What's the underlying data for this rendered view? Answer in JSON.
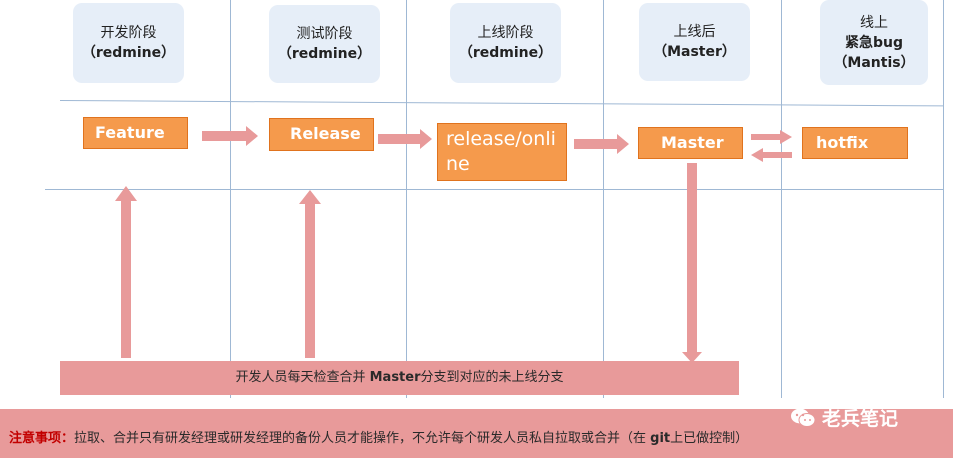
{
  "stages": [
    {
      "line1": "开发阶段",
      "line2": "（redmine）"
    },
    {
      "line1": "测试阶段",
      "line2": "（redmine）"
    },
    {
      "line1": "上线阶段",
      "line2": "（redmine）"
    },
    {
      "line1": "上线后",
      "line2": "（Master）"
    },
    {
      "line1": "线上",
      "line2": "紧急bug",
      "line3": "（Mantis）"
    }
  ],
  "nodes": {
    "feature": "Feature",
    "release": "Release",
    "online": "release/online",
    "master": "Master",
    "hotfix": "hotfix"
  },
  "merge_band": {
    "prefix": "开发人员每天检查合并 ",
    "bold": "Master",
    "suffix": "分支到对应的未上线分支"
  },
  "note": {
    "label": "注意事项：",
    "text": "拉取、合并只有研发经理或研发经理的备份人员才能操作，不允许每个研发人员私自拉取或合并（在 ",
    "git": "git",
    "tail": "上已做控制）"
  },
  "watermark": "老兵笔记",
  "colors": {
    "node_fill": "#f59a4c",
    "arrow": "#e89a9a",
    "stage_fill": "#e6eef8",
    "grid": "#9fb8d4"
  }
}
